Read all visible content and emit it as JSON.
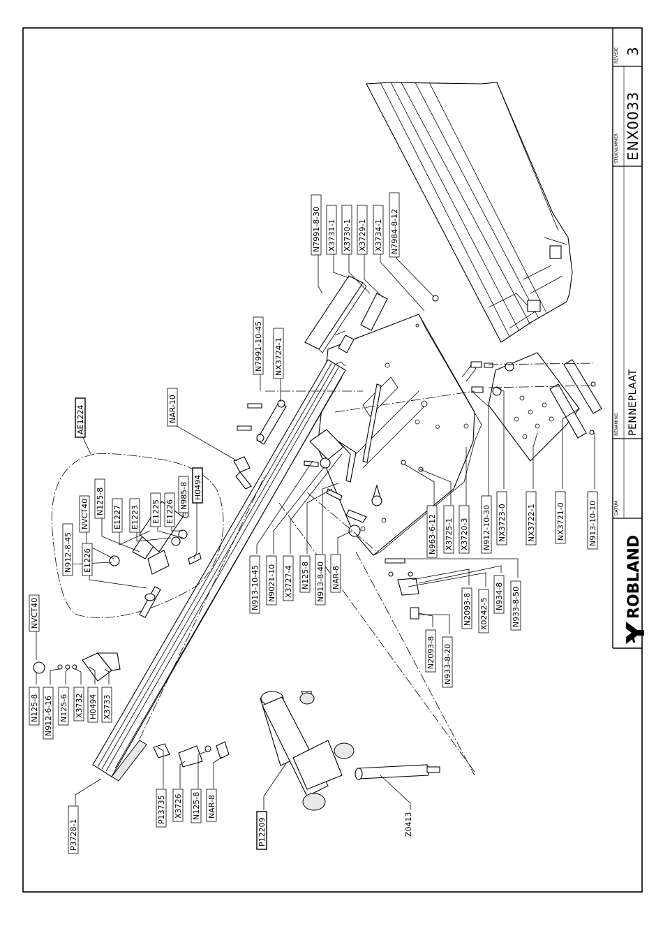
{
  "title_block": {
    "company": "ROBLAND",
    "datum_label": "DATUM",
    "benaming_label": "BENAMING",
    "benaming_value": "PENNEPLAAT",
    "stuknummer_label": "STUKNUMMER",
    "stuknummer_value": "ENX0033",
    "revisie_label": "REVISIE",
    "revisie_value": "3"
  },
  "labels": {
    "p3728_1": "P3728-1",
    "p13735": "P13735",
    "x3726": "X3726",
    "n125_8_a": "N125-8",
    "nar_8_a": "NAR-8",
    "p12209": "P12209",
    "z0413": "Z0413",
    "n125_8_b": "N125-8",
    "n912_6_16": "N912-6-16",
    "n125_6": "N125-6",
    "x3732": "X3732",
    "h0494_a": "H0494",
    "x3733": "X3733",
    "nvct40_a": "NVCT40",
    "e1226_a": "E1226",
    "n912_8_45": "N912-8-45",
    "nvct40_b": "NVCT40",
    "n125_8_c": "N125-8",
    "e1227": "E1227",
    "e1223": "E1223",
    "e1225": "E1225",
    "e1226_b": "E1226",
    "n985_8": "N985-8",
    "h0494_b": "H0494",
    "ae1224": "AE1224",
    "nar_10": "NAR-10",
    "n7991_10_45": "N7991-10-45",
    "nx3724_1": "NX3724-1",
    "n7991_8_30": "N7991-8-30",
    "x3731_1": "X3731-1",
    "x3730_1": "X3730-1",
    "x3729_1": "X3729-1",
    "x3734_1": "X3734-1",
    "n7984_8_12": "N7984-8-12",
    "n913_10_45": "N913-10-45",
    "n9021_10": "N9021-10",
    "x3727_4": "X3727-4",
    "n125_8_d": "N125-8",
    "n913_8_40": "N913-8-40",
    "nar_8_b": "NAR-8",
    "n963_6_12": "N963-6-12",
    "x3725_1": "X3725-1",
    "x3720_3": "X3720-3",
    "n912_10_30": "N912-10-30",
    "nx3723_0": "NX3723-0",
    "nx3722_1": "NX3722-1",
    "nx3721_0": "NX3721-0",
    "n913_10_10": "N913-10-10",
    "n2093_8_a": "N2093-8",
    "x0242_5": "X0242-5",
    "n934_8": "N934-8",
    "n933_8_50": "N933-8-50",
    "n2093_8_b": "N2093-8",
    "n933_8_20": "N933-8-20"
  }
}
